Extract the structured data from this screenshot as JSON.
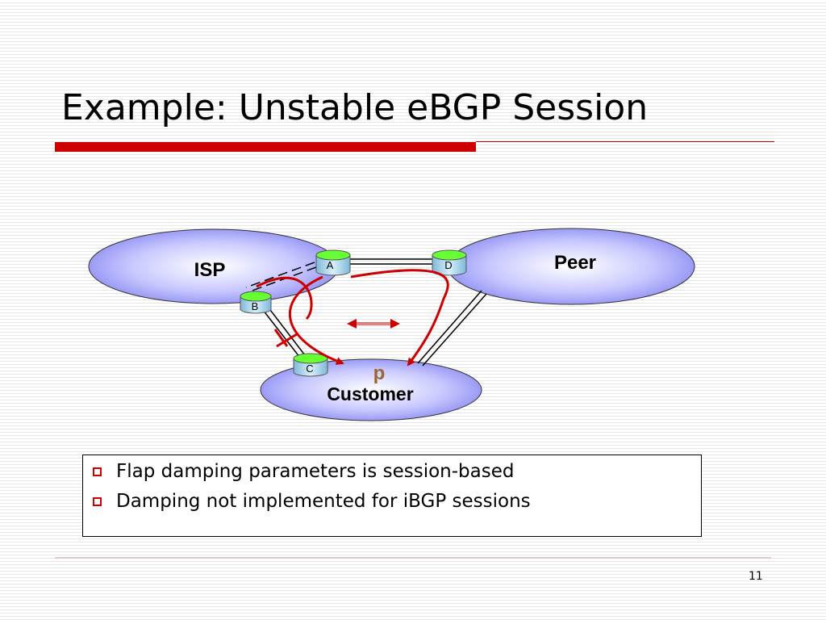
{
  "slide": {
    "title": "Example: Unstable eBGP Session",
    "page_number": "11"
  },
  "diagram": {
    "as_labels": {
      "isp": "ISP",
      "peer": "Peer",
      "customer": "Customer"
    },
    "routers": {
      "a": "A",
      "b": "B",
      "c": "C",
      "d": "D"
    },
    "prefix_label": "p"
  },
  "bullets": [
    "Flap damping parameters is session-based",
    "Damping not implemented for iBGP sessions"
  ],
  "colors": {
    "accent_red": "#cc0000",
    "cloud_fill": "#a0a0ff",
    "router_top": "#66ff33",
    "router_body": "#a8d8ee",
    "prefix_color": "#996633"
  }
}
